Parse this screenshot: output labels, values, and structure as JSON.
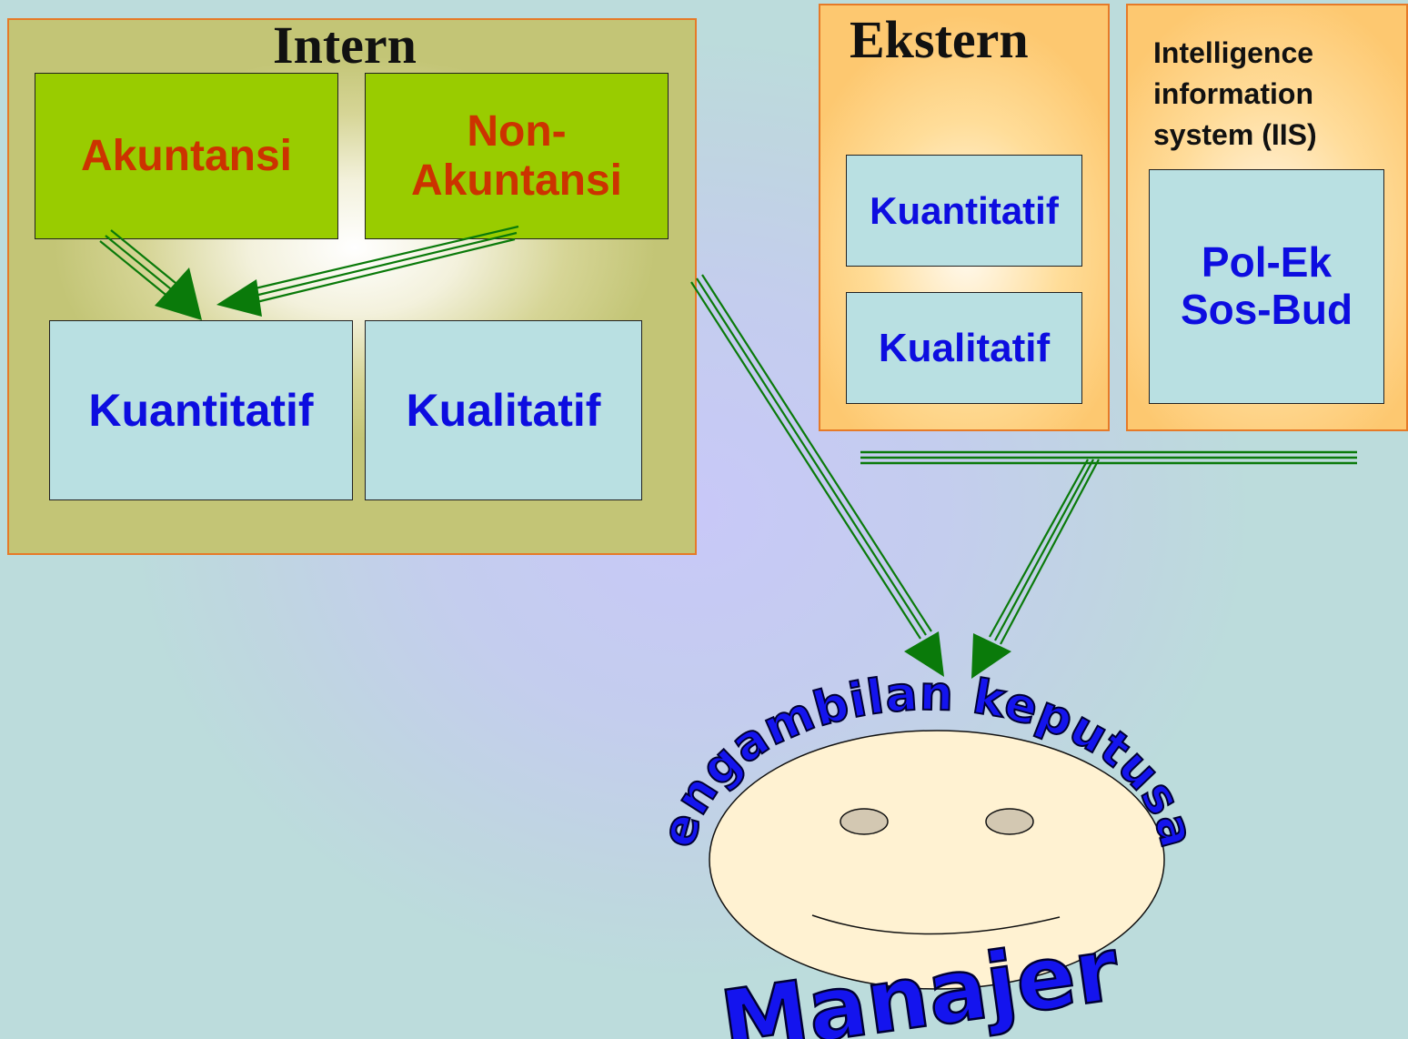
{
  "intern": {
    "title": "Intern",
    "akuntansi": "Akuntansi",
    "non_akuntansi_line1": "Non-",
    "non_akuntansi_line2": "Akuntansi",
    "kuantitatif": "Kuantitatif",
    "kualitatif": "Kualitatif"
  },
  "ekstern": {
    "title": "Ekstern",
    "kuantitatif": "Kuantitatif",
    "kualitatif": "Kualitatif"
  },
  "iis": {
    "title_line1": "Intelligence",
    "title_line2": "information",
    "title_line3": "system (IIS)",
    "content_line1": "Pol-Ek",
    "content_line2": "Sos-Bud"
  },
  "manager": {
    "arc_text": "Pengambilan keputusan",
    "label": "Manajer"
  },
  "colors": {
    "arrow": "#0a7a0a",
    "panel_border": "#e67a28",
    "text_blue": "#0d0de0",
    "text_red": "#cc3300"
  }
}
